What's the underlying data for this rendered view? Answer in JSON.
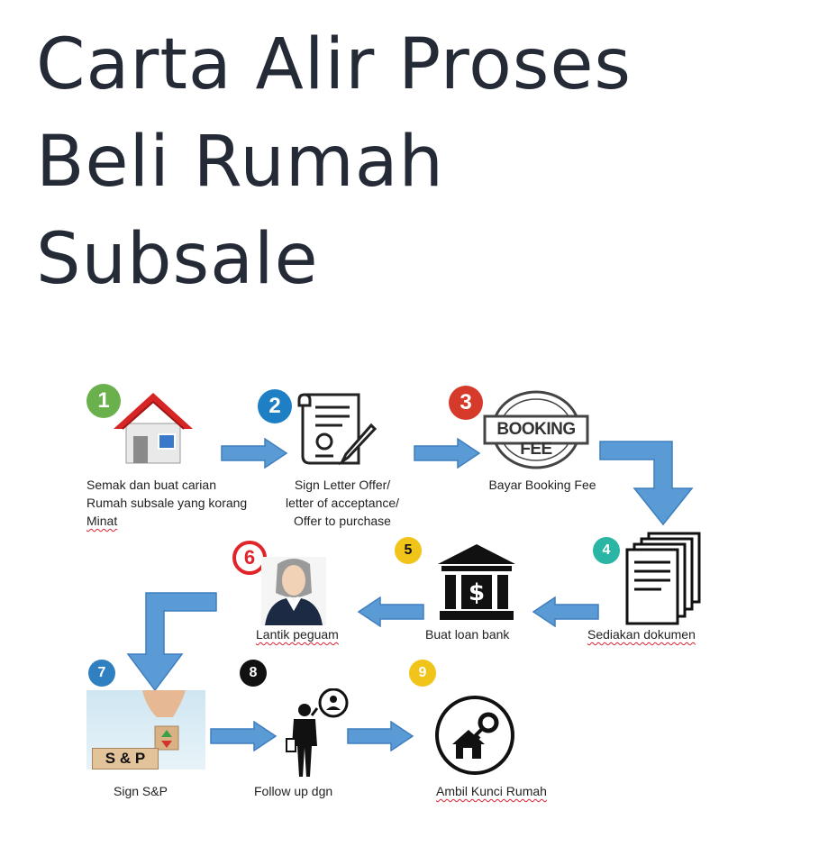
{
  "title": {
    "line1": "Carta Alir Proses",
    "line2": "Beli Rumah",
    "line3": "Subsale"
  },
  "colors": {
    "title": "#242a36",
    "arrow": "#5b9bd5",
    "arrow_stroke": "#3f7fbf"
  },
  "steps": [
    {
      "number": "1",
      "badge_color": "#6ab04c",
      "icon": "house-icon",
      "lines": [
        "Semak dan buat carian",
        "Rumah subsale yang korang",
        "Minat"
      ]
    },
    {
      "number": "2",
      "badge_color": "#1e7fc4",
      "icon": "document-signing-icon",
      "lines": [
        "Sign Letter Offer/",
        "letter of acceptance/",
        "Offer to purchase"
      ]
    },
    {
      "number": "3",
      "badge_color": "#d63a2a",
      "icon": "booking-fee-stamp-icon",
      "stamp_text": "BOOKING FEE",
      "lines": [
        "Bayar Booking Fee"
      ]
    },
    {
      "number": "4",
      "badge_color": "#2ab5a5",
      "icon": "documents-stack-icon",
      "lines": [
        "Sediakan dokumen"
      ]
    },
    {
      "number": "5",
      "badge_color": "#f0c419",
      "icon": "bank-icon",
      "lines": [
        "Buat loan bank"
      ]
    },
    {
      "number": "6",
      "badge_color": "#e0242a",
      "icon": "lawyer-icon",
      "lines": [
        "Lantik peguam"
      ]
    },
    {
      "number": "7",
      "badge_color": "#2f7fc1",
      "icon": "sp-blocks-icon",
      "sp_text": "S & P",
      "lines": [
        "Sign S&P"
      ]
    },
    {
      "number": "8",
      "badge_color": "#111111",
      "icon": "phone-call-icon",
      "lines": [
        "Follow up dgn"
      ]
    },
    {
      "number": "9",
      "badge_color": "#f0c419",
      "icon": "house-key-icon",
      "lines": [
        "Ambil Kunci Rumah"
      ]
    }
  ]
}
